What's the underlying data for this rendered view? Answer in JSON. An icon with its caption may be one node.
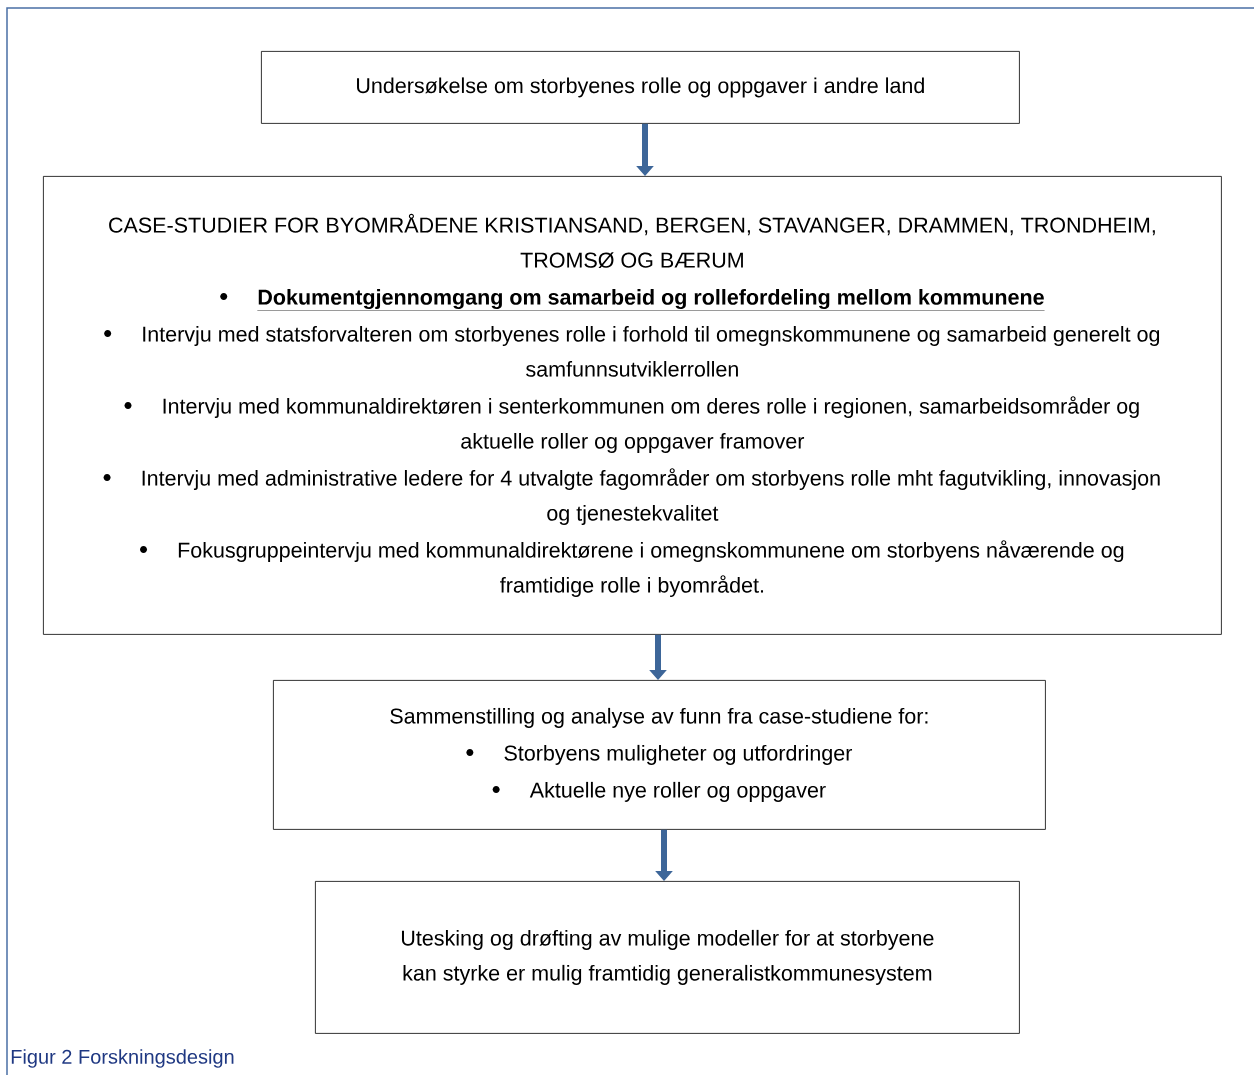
{
  "diagram": {
    "caption": "Figur 2 Forskningsdesign",
    "nodes": [
      {
        "text": [
          "Undersøkelse om storbyenes rolle og oppgaver i andre land"
        ]
      },
      {
        "text": [
          "CASE-STUDIER FOR BYOMRÅDENE KRISTIANSAND, BERGEN, STAVANGER, DRAMMEN, TRONDHEIM, TROMSØ OG BÆRUM",
          "Dokumentgjennomgang om samarbeid og rollefordeling mellom kommunene",
          "Intervju med statsforvalteren om storbyenes rolle i forhold til omegnskommunene og samarbeid generelt og samfunnsutviklerrollen",
          "Intervju med kommunaldirektøren i senterkommunen om deres rolle i regionen, samarbeidsområder og aktuelle roller og oppgaver framover",
          "Intervju med administrative ledere for 4 utvalgte fagområder om storbyens rolle mht fagutvikling, innovasjon og tjenestekvalitet",
          "Fokusgruppeintervju med kommunaldirektørene i omegnskommunene om storbyens nåværende og framtidige rolle i byområdet."
        ]
      },
      {
        "text": [
          "Sammenstilling og analyse av funn fra case-studiene for:",
          "Storbyens muligheter og utfordringer",
          "Aktuelle nye roller og oppgaver"
        ]
      },
      {
        "text": [
          "Utesking og drøfting av mulige modeller for at storbyene kan styrke er mulig framtidig generalistkommunesystem"
        ]
      }
    ],
    "edges": [
      {
        "from": 0,
        "to": 1,
        "arrow": "to"
      },
      {
        "from": 1,
        "to": 2,
        "arrow": "to"
      },
      {
        "from": 2,
        "to": 3,
        "arrow": "to"
      }
    ]
  }
}
